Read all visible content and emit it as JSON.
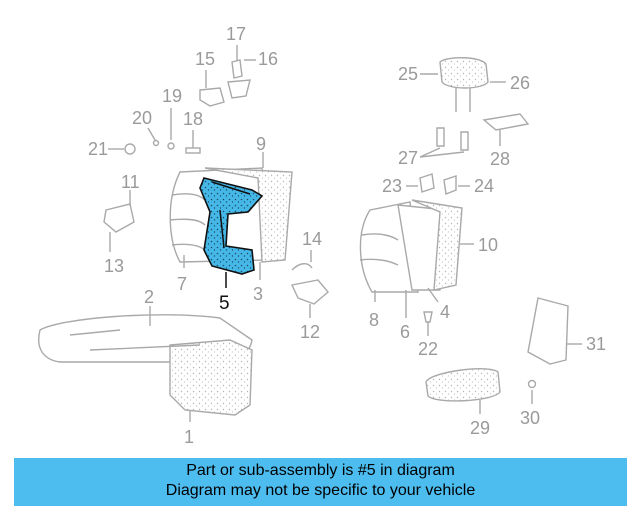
{
  "diagram": {
    "highlighted_part": "5",
    "callouts": [
      "1",
      "2",
      "3",
      "4",
      "5",
      "6",
      "7",
      "8",
      "9",
      "10",
      "11",
      "12",
      "13",
      "14",
      "15",
      "16",
      "17",
      "18",
      "19",
      "20",
      "21",
      "22",
      "23",
      "24",
      "25",
      "26",
      "27",
      "28",
      "29",
      "30",
      "31"
    ]
  },
  "banner": {
    "line1": "Part or sub-assembly is #5 in diagram",
    "line2": "Diagram may not be specific to your vehicle",
    "color": "#4dbdf0"
  },
  "colors": {
    "highlight": "#45b8e8",
    "line": "#a9a9a9"
  }
}
